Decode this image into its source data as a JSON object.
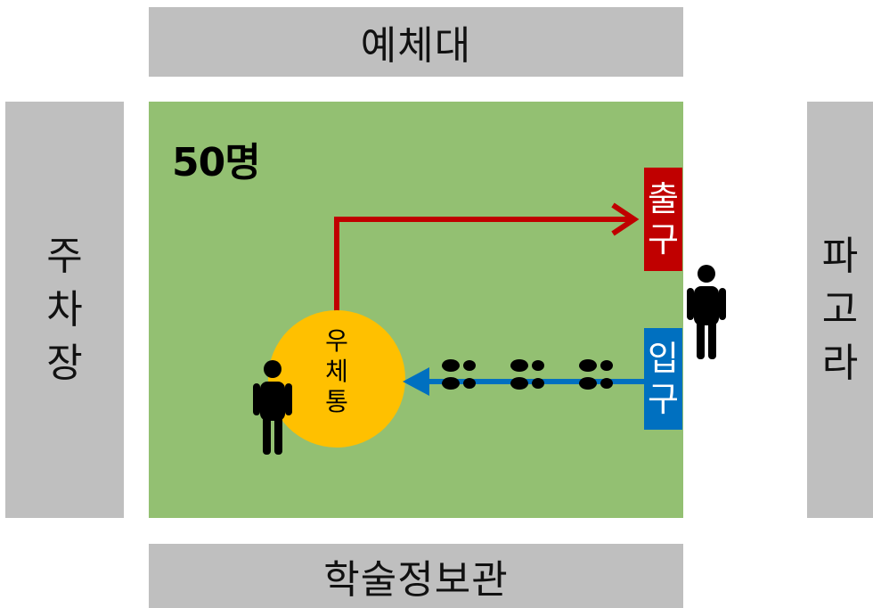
{
  "buildings": {
    "top": "예체대",
    "bottom": "학술정보관",
    "left": [
      "주",
      "차",
      "장"
    ],
    "right": [
      "파",
      "고",
      "라"
    ]
  },
  "capacity": "50명",
  "exit_label": [
    "출",
    "구"
  ],
  "entrance_label": [
    "입",
    "구"
  ],
  "box_label": [
    "우",
    "체",
    "통"
  ],
  "colors": {
    "field": "#93c072",
    "building": "#bfbfbf",
    "exit": "#c00000",
    "entrance": "#0070c0",
    "box": "#ffc000"
  },
  "icons": [
    "person-icon",
    "footprints-icon",
    "arrow-icon"
  ]
}
